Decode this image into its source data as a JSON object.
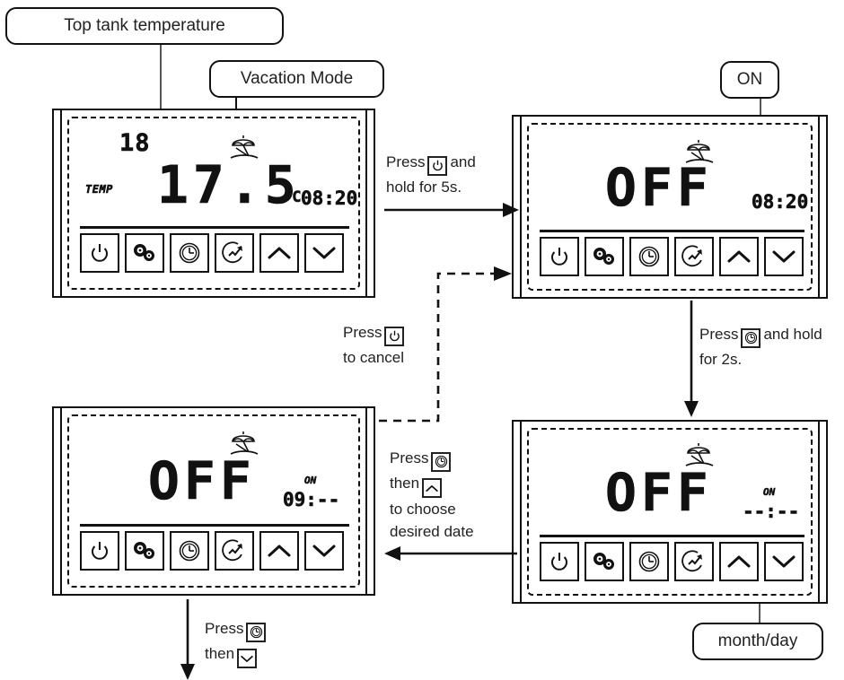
{
  "callouts": {
    "top_tank_temperature": "Top tank temperature",
    "vacation_mode": "Vacation Mode",
    "on": "ON",
    "month_day": "month/day"
  },
  "panels": [
    {
      "id": "panel-normal",
      "name": "panel-top-left-normal",
      "mode_icon": "beach-umbrella-icon",
      "setpoint": "18",
      "temp_label": "TEMP",
      "main_value": "17.5",
      "unit": "°C",
      "clock": "08:20",
      "on_indicator": "",
      "buttons": [
        {
          "name": "power-button",
          "icon": "power-icon"
        },
        {
          "name": "settings-button",
          "icon": "gears-icon"
        },
        {
          "name": "clock-button",
          "icon": "clock-icon"
        },
        {
          "name": "boost-button",
          "icon": "trend-moon-icon"
        },
        {
          "name": "up-button",
          "icon": "chevron-up-icon"
        },
        {
          "name": "down-button",
          "icon": "chevron-down-icon"
        }
      ]
    },
    {
      "id": "panel-off",
      "name": "panel-top-right-off",
      "mode_icon": "beach-umbrella-icon",
      "setpoint": "",
      "temp_label": "",
      "main_value": "OFF",
      "unit": "",
      "clock": "08:20",
      "on_indicator": "",
      "buttons": [
        {
          "name": "power-button",
          "icon": "power-icon"
        },
        {
          "name": "settings-button",
          "icon": "gears-icon"
        },
        {
          "name": "clock-button",
          "icon": "clock-icon"
        },
        {
          "name": "boost-button",
          "icon": "trend-moon-icon"
        },
        {
          "name": "up-button",
          "icon": "chevron-up-icon"
        },
        {
          "name": "down-button",
          "icon": "chevron-down-icon"
        }
      ]
    },
    {
      "id": "panel-date-blank",
      "name": "panel-bottom-right-date-blank",
      "mode_icon": "beach-umbrella-icon",
      "setpoint": "",
      "temp_label": "",
      "main_value": "OFF",
      "unit": "",
      "clock": "--:--",
      "on_indicator": "ON",
      "buttons": [
        {
          "name": "power-button",
          "icon": "power-icon"
        },
        {
          "name": "settings-button",
          "icon": "gears-icon"
        },
        {
          "name": "clock-button",
          "icon": "clock-icon"
        },
        {
          "name": "boost-button",
          "icon": "trend-moon-icon"
        },
        {
          "name": "up-button",
          "icon": "chevron-up-icon"
        },
        {
          "name": "down-button",
          "icon": "chevron-down-icon"
        }
      ]
    },
    {
      "id": "panel-date-set",
      "name": "panel-bottom-left-date-set",
      "mode_icon": "beach-umbrella-icon",
      "setpoint": "",
      "temp_label": "",
      "main_value": "OFF",
      "unit": "",
      "clock": "09:--",
      "on_indicator": "ON",
      "buttons": [
        {
          "name": "power-button",
          "icon": "power-icon"
        },
        {
          "name": "settings-button",
          "icon": "gears-icon"
        },
        {
          "name": "clock-button",
          "icon": "clock-icon"
        },
        {
          "name": "boost-button",
          "icon": "trend-moon-icon"
        },
        {
          "name": "up-button",
          "icon": "chevron-up-icon"
        },
        {
          "name": "down-button",
          "icon": "chevron-down-icon"
        }
      ]
    }
  ],
  "instructions": {
    "power_hold_5s": {
      "line1_pre": "Press",
      "line1_icon": "power-icon",
      "line1_post": "and",
      "line2": "hold for 5s."
    },
    "clock_hold_2s": {
      "line1_pre": "Press",
      "line1_icon": "clock-icon",
      "line1_post": "and hold",
      "line2": "for 2s."
    },
    "power_cancel": {
      "line1_pre": "Press",
      "line1_icon": "power-icon",
      "line2": "to cancel"
    },
    "choose_date": {
      "line1_pre": "Press",
      "line1_icon": "clock-icon",
      "line2_pre": "then",
      "line2_icon": "chevron-up-icon",
      "line3": "to choose",
      "line4": "desired date"
    },
    "clock_then_down": {
      "line1_pre": "Press",
      "line1_icon": "clock-icon",
      "line2_pre": "then",
      "line2_icon": "chevron-down-icon"
    }
  },
  "colors": {
    "ink": "#111111",
    "leader": "#555555",
    "background": "#ffffff"
  }
}
